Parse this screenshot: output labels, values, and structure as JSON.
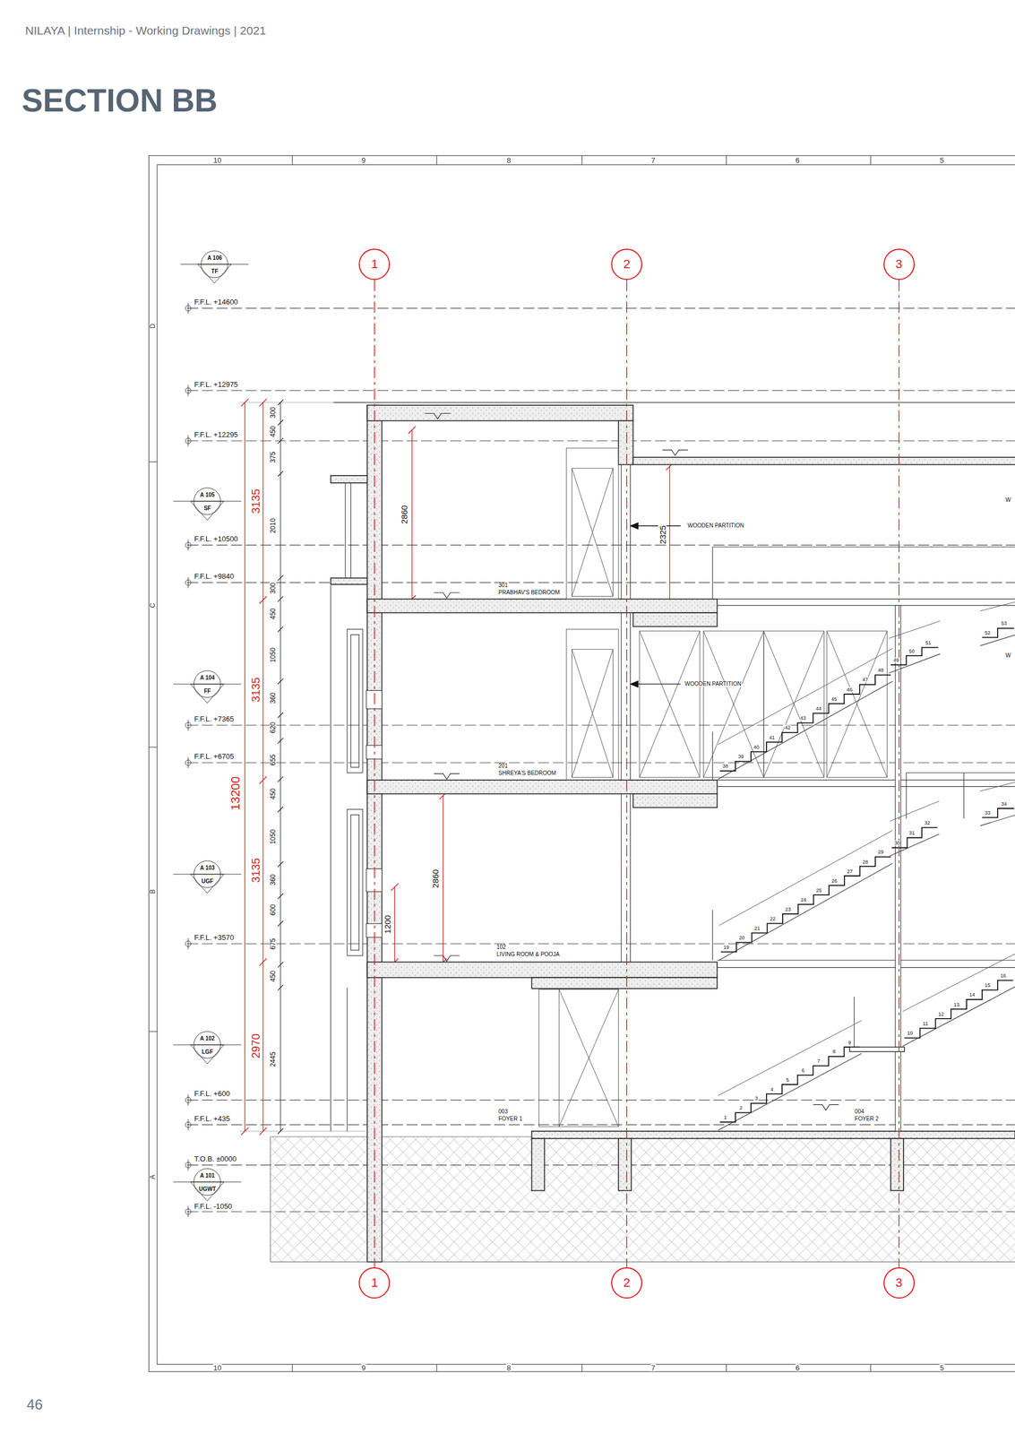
{
  "diagram": {
    "title": "SECTION BB",
    "nodes": [
      {
        "text": [
          "A 106",
          "TF"
        ]
      },
      {
        "text": [
          "1"
        ]
      },
      {
        "text": [
          "2"
        ]
      },
      {
        "text": [
          "3"
        ]
      },
      {
        "text": [
          "A 105",
          "SF"
        ]
      },
      {
        "text": [
          "A 104",
          "FF"
        ]
      },
      {
        "text": [
          "A 103",
          "UGF"
        ]
      },
      {
        "text": [
          "A 102",
          "LGF"
        ]
      },
      {
        "text": [
          "A 101",
          "UGWT"
        ]
      },
      {
        "text": [
          "1"
        ]
      },
      {
        "text": [
          "2"
        ]
      },
      {
        "text": [
          "3"
        ]
      }
    ],
    "edges": [
      {
        "from": 1,
        "to": 9,
        "arrow": "none"
      },
      {
        "from": 2,
        "to": 10,
        "arrow": "none"
      },
      {
        "from": 3,
        "to": 11,
        "arrow": "none"
      }
    ],
    "labels": [
      "NILAYA | Internship - Working Drawings | 2021",
      "46",
      "10",
      "9",
      "8",
      "7",
      "6",
      "5",
      "10",
      "9",
      "8",
      "7",
      "6",
      "5",
      "D",
      "C",
      "B",
      "A",
      "F.F.L. +14600",
      "F.F.L. +12975",
      "F.F.L. +12295",
      "F.F.L. +10500",
      "F.F.L. +9840",
      "F.F.L. +7365",
      "F.F.L. +6705",
      "F.F.L. +3570",
      "F.F.L. +600",
      "F.F.L. +435",
      "T.O.B. ±0000",
      "F.F.L. -1050",
      "13200",
      "3135",
      "3135",
      "3135",
      "2970",
      "300",
      "450",
      "375",
      "2010",
      "300",
      "450",
      "1050",
      "360",
      "620",
      "655",
      "450",
      "1050",
      "360",
      "600",
      "675",
      "450",
      "2445",
      "2860",
      "2325",
      "2860",
      "1200",
      "301",
      "PRABHAV'S BEDROOM",
      "201",
      "SHREYA'S BEDROOM",
      "102",
      "LIVING ROOM & POOJA",
      "003",
      "FOYER 1",
      "004",
      "FOYER 2",
      "WOODEN PARTITION",
      "WOODEN PARTITION",
      "W",
      "W",
      "1",
      "2",
      "3",
      "4",
      "5",
      "6",
      "7",
      "8",
      "9",
      "10",
      "11",
      "12",
      "13",
      "14",
      "15",
      "16",
      "19",
      "20",
      "21",
      "22",
      "23",
      "24",
      "25",
      "26",
      "27",
      "28",
      "29",
      "30",
      "31",
      "32",
      "33",
      "34",
      "38",
      "39",
      "40",
      "41",
      "42",
      "43",
      "44",
      "45",
      "46",
      "47",
      "48",
      "49",
      "50",
      "51",
      "52",
      "53"
    ]
  }
}
